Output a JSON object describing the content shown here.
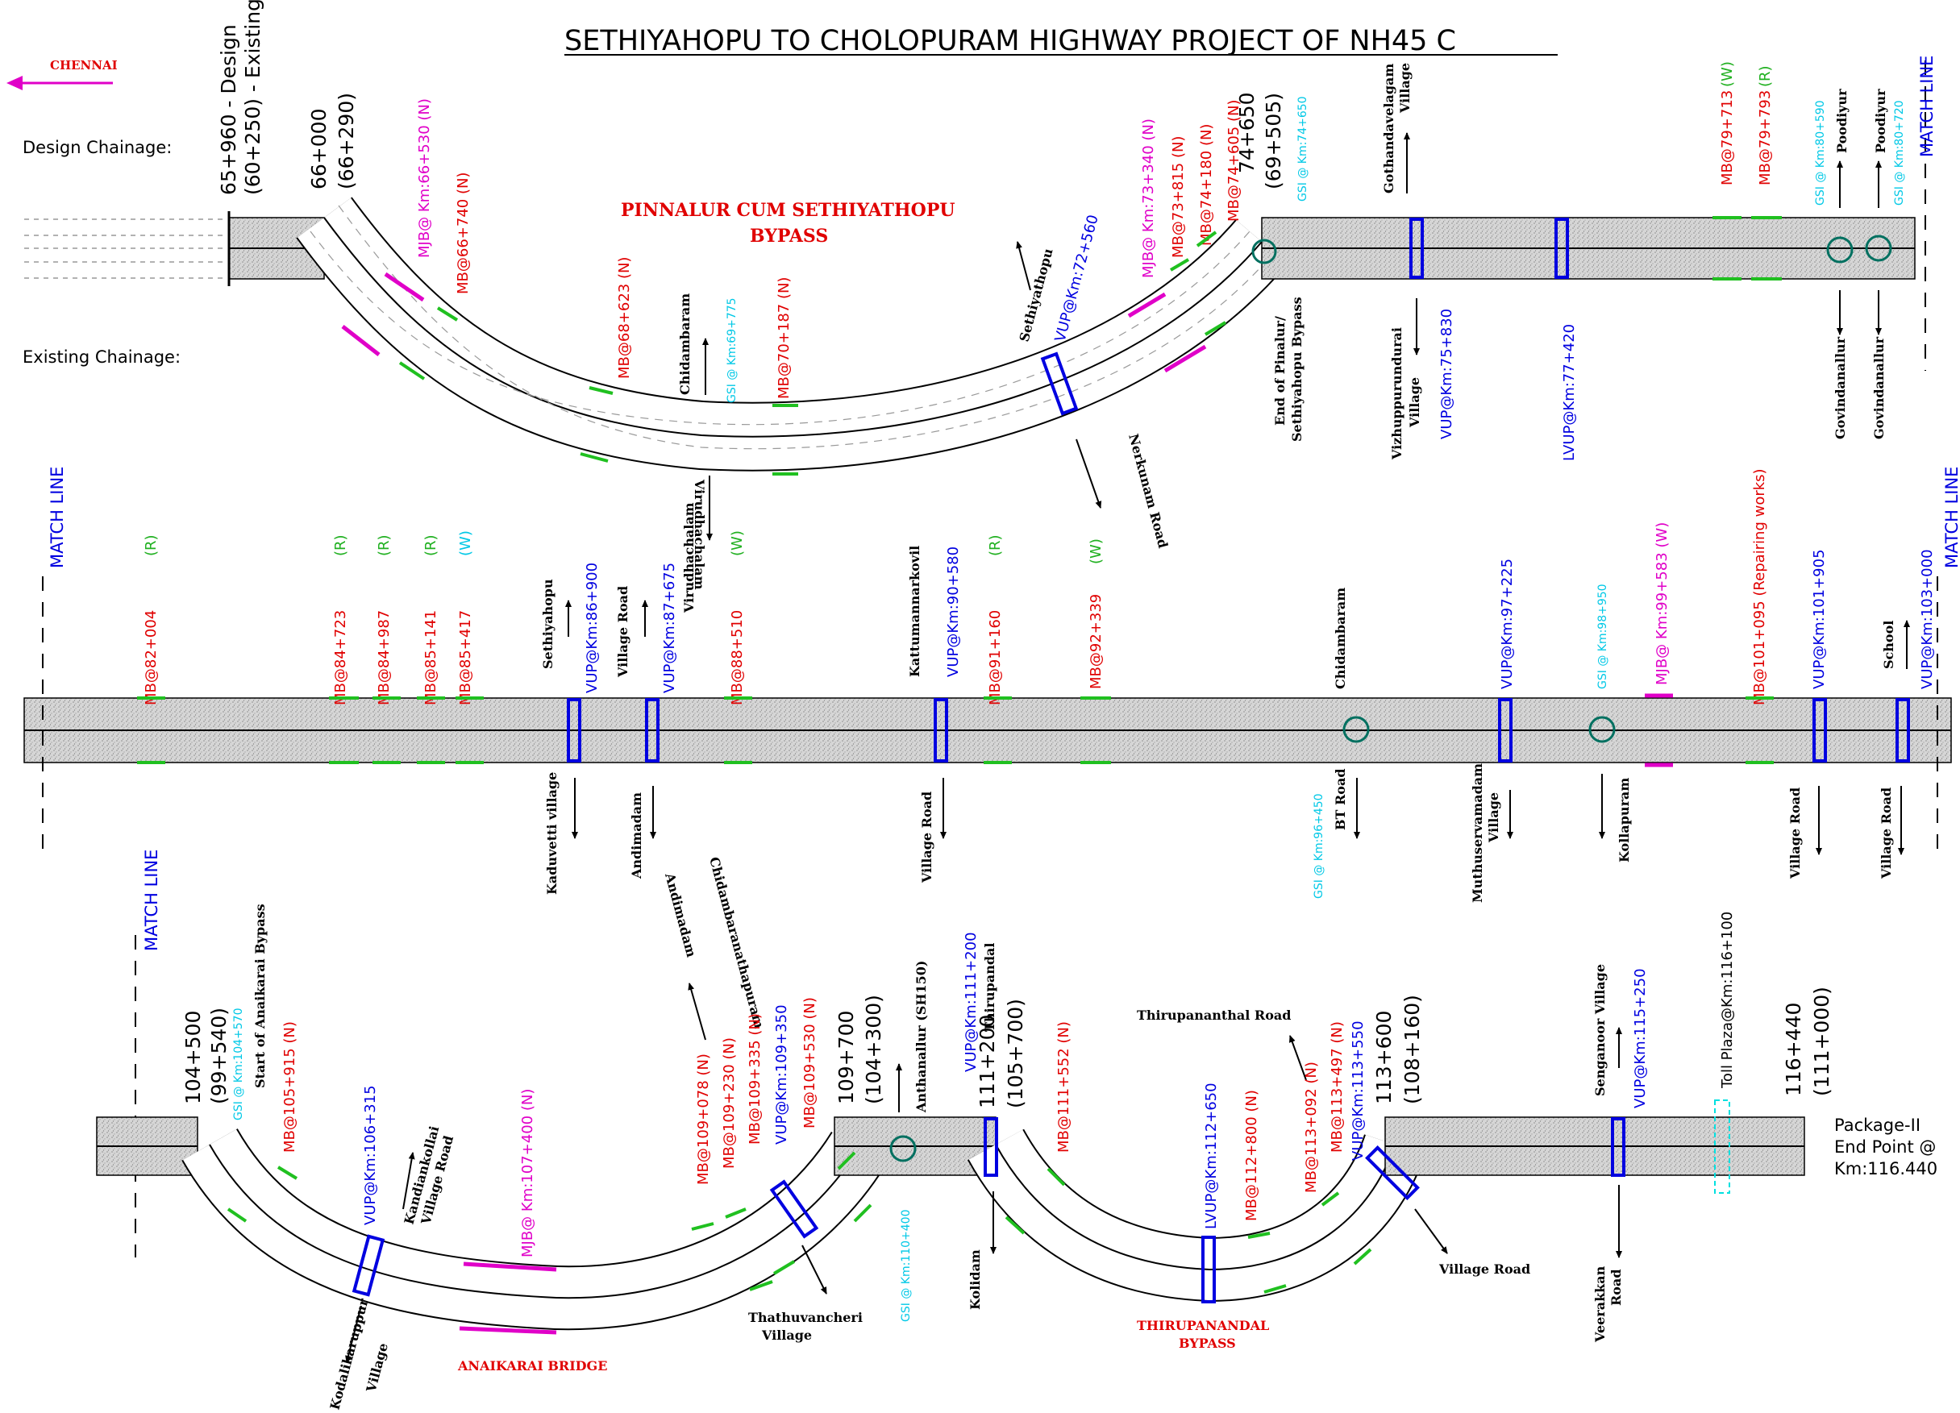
{
  "title": "SETHIYAHOPU TO CHOLOPURAM HIGHWAY PROJECT OF NH45 C",
  "direction_label": "CHENNAI",
  "row_labels": {
    "design": "Design Chainage:",
    "existing": "Existing Chainage:"
  },
  "match_line": "MATCH LINE",
  "package_end": {
    "line1": "Package-II",
    "line2": "End Point @",
    "line3": "Km:116.440"
  },
  "colors": {
    "red": "#e00000",
    "magenta": "#e000c8",
    "blue": "#0000e0",
    "cyan": "#00c8e6",
    "green": "#20b020",
    "road": "#d9d9d9"
  },
  "row1": {
    "start": {
      "design": "65+960 - Design",
      "existing": "(60+250) - Existing"
    },
    "ch66": {
      "a": "66+000",
      "b": "(66+290)"
    },
    "ch74": {
      "a": "74+650",
      "b": "(69+505)"
    },
    "bypass_name": {
      "line1": "PINNALUR CUM SETHIYATHOPU",
      "line2": "BYPASS"
    },
    "labels": {
      "mjb66530": "MJB@ Km:66+530 (N)",
      "mb66740": "MB@66+740 (N)",
      "mb68623": "MB@68+623 (N)",
      "chidambaram": "Chidambaram",
      "gsi69775": "GSI @ Km:69+775",
      "mb70187": "MB@70+187 (N)",
      "virudhachalam": "Virudhachalam",
      "sethiyathopu": "Sethiyathopu",
      "vup72560": "VUP@Km:72+560",
      "nerkunam": "Nerkunam Road",
      "mjb73340": "MJB@ Km:73+340 (N)",
      "mb73815": "MB@73+815 (N)",
      "mb74180": "MB@74+180 (N)",
      "mb74605": "MB@74+605 (N)",
      "gsi74650": "GSI @ Km:74+650",
      "end_bypass1": "End of Pinalur/",
      "end_bypass2": "Sethiyahopu Bypass",
      "gothandavelagam1": "Gothandavelagam",
      "gothandavelagam2": "Village",
      "vizhuppurundurai1": "Vizhuppurundurai",
      "vizhuppurundurai2": "Village",
      "vup75830": "VUP@Km:75+830",
      "lvup77420": "LVUP@Km:77+420",
      "mb79713": "MB@79+713",
      "mb79713s": "(W)",
      "mb79793": "MB@79+793",
      "mb79793s": "(R)",
      "gsi80590": "GSI @ Km:80+590",
      "gsi80720": "GSI @ Km:80+720",
      "poodiyur": "Poodiyur",
      "govindanallur": "Govindanallur"
    }
  },
  "row2": {
    "labels": {
      "mb82004": "MB@82+004",
      "mb82004s": "(R)",
      "mb84723": "MB@84+723",
      "mb84723s": "(R)",
      "mb84987": "MB@84+987",
      "mb84987s": "(R)",
      "mb85141": "MB@85+141",
      "mb85141s": "(R)",
      "mb85417": "MB@85+417",
      "mb85417s": "(W)",
      "sethiyahopu": "Sethiyahopu",
      "vup86900": "VUP@Km:86+900",
      "village_road": "Village Road",
      "vup87675": "VUP@Km:87+675",
      "mb88510": "MB@88+510",
      "mb88510s": "(W)",
      "kattumannarkovil": "Kattumannarkovil",
      "vup90580": "VUP@Km:90+580",
      "mb91160": "MB@91+160",
      "mb91160s": "(R)",
      "mb92339": "MB@92+339",
      "mb92339s": "(W)",
      "chidambaram": "Chidambaram",
      "vup97225": "VUP@Km:97+225",
      "gsi98950": "GSI @ Km:98+950",
      "mjb99583": "MJB@ Km:99+583 (W)",
      "mb101095": "MB@101+095 (Repairing works)",
      "vup101905": "VUP@Km:101+905",
      "school": "School",
      "vup103000": "VUP@Km:103+000",
      "kaduvetti": "Kaduvetti village",
      "andimadam": "Andimadam",
      "gsi96450": "GSI @ Km:96+450",
      "bt_road": "BT Road",
      "muthuservamadam1": "Muthuservamadam",
      "muthuservamadam2": "Village",
      "kollapuram": "Kollapuram"
    }
  },
  "row3": {
    "ch104": {
      "a": "104+500",
      "b": "(99+540)"
    },
    "ch109": {
      "a": "109+700",
      "b": "(104+300)"
    },
    "ch111": {
      "a": "111+200",
      "b": "(105+700)"
    },
    "ch113": {
      "a": "113+600",
      "b": "(108+160)"
    },
    "ch116": {
      "a": "116+440",
      "b": "(111+000)"
    },
    "labels": {
      "gsi104570": "GSI @ Km:104+570",
      "start_anaikarai": "Start of Anaikarai Bypass",
      "mb105915": "MB@105+915 (N)",
      "vup106315": "VUP@Km:106+315",
      "kandiankollai1": "Kandiankollai",
      "kandiankollai2": "Village Road",
      "mjb107400": "MJB@ Km:107+400 (N)",
      "anaikarai_bridge": "ANAIKARAI BRIDGE",
      "kodalikaruppur1": "Kodalikaruppur",
      "kodalikaruppur2": "Village",
      "chidambaranathapuram": "Chidambaranathapuram",
      "mb109078": "MB@109+078 (N)",
      "mb109230": "MB@109+230 (N)",
      "mb109335": "MB@109+335 (N)",
      "vup109350": "VUP@Km:109+350",
      "mb109530": "MB@109+530 (N)",
      "thathuvancheri1": "Thathuvancheri",
      "thathuvancheri2": "Village",
      "anthanallur": "Anthanallur (SH150)",
      "gsi110400": "GSI @ Km:110+400",
      "vup111200": "VUP@Km:111+200",
      "thirupandal": "Thirupandal",
      "mb111552": "MB@111+552 (N)",
      "kolidam": "Kolidam",
      "thirupananthal": "Thirupananthal Road",
      "lvup112650": "LVUP@Km:112+650",
      "mb112800": "MB@112+800 (N)",
      "mb113092": "MB@113+092 (N)",
      "mb113497": "MB@113+497 (N)",
      "vup113550": "VUP@Km:113+550",
      "thirupanandal1": "THIRUPANANDAL",
      "thirupanandal2": "BYPASS",
      "village_road": "Village Road",
      "senganoor": "Senganoor Village",
      "vup115250": "VUP@Km:115+250",
      "veerakkan1": "Veerakkan",
      "veerakkan2": "Road",
      "toll_plaza": "Toll Plaza@Km:116+100"
    }
  }
}
